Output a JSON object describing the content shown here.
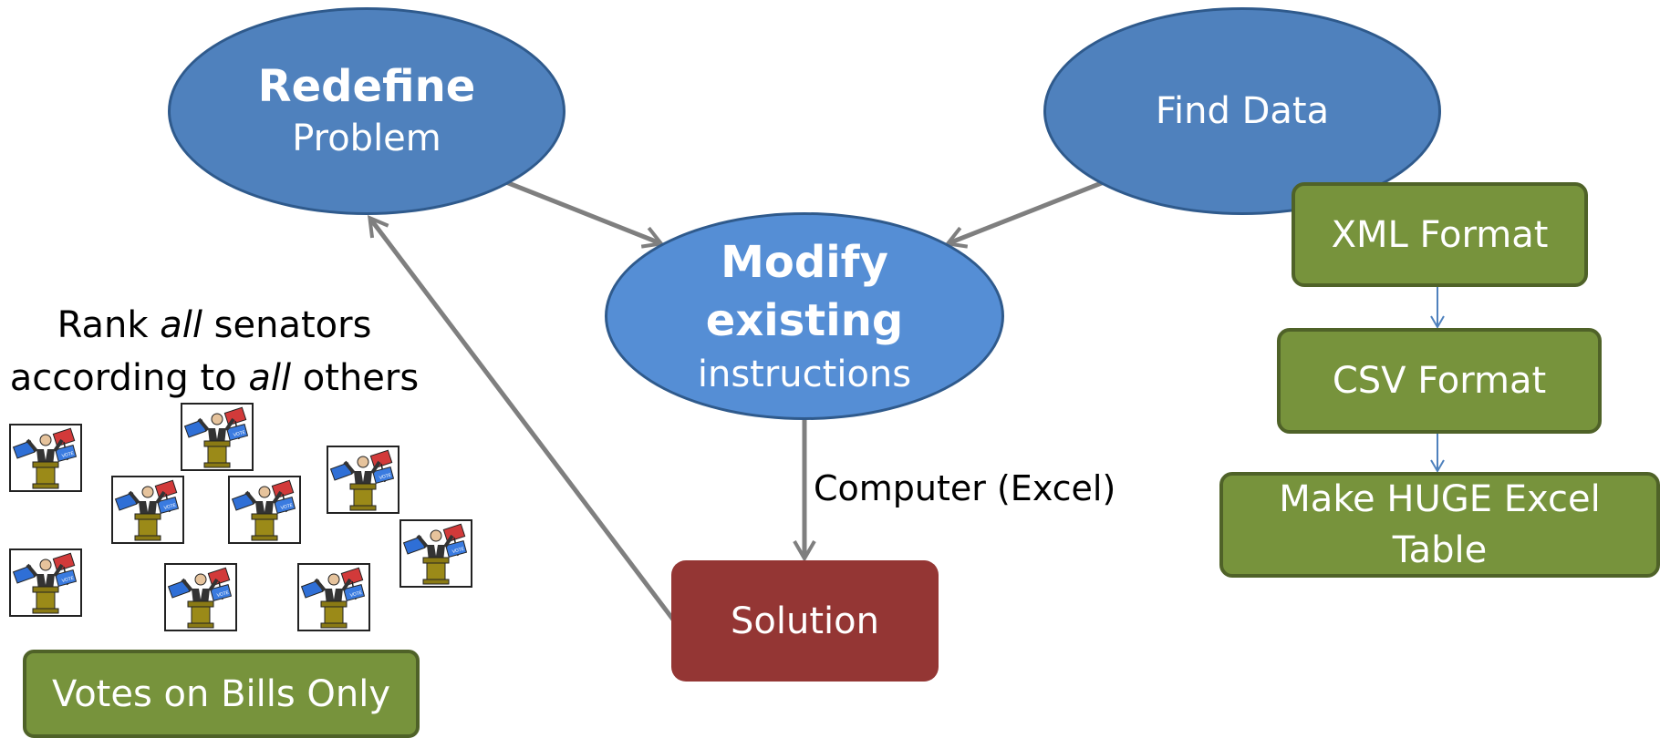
{
  "colors": {
    "ellipse_blue": "#4f81bd",
    "ellipse_light_blue": "#558ed5",
    "ellipse_border": "#2f5a8c",
    "green_box": "#77933c",
    "green_border": "#4f6228",
    "solution_red": "#943634",
    "arrow_gray": "#7f7f7f",
    "flow_arrow_blue": "#4f81bd"
  },
  "nodes": {
    "redefine": {
      "bold": "Redefine",
      "normal": "Problem"
    },
    "find_data": {
      "label": "Find Data"
    },
    "modify": {
      "bold_line1": "Modify",
      "bold_line2": "existing",
      "normal": "instructions"
    },
    "solution": {
      "label": "Solution"
    }
  },
  "edge_labels": {
    "computer": "Computer (Excel)"
  },
  "data_pipeline": {
    "xml": "XML Format",
    "csv": "CSV Format",
    "excel_line1": "Make HUGE Excel",
    "excel_line2": "Table"
  },
  "rank_text": {
    "line1_pre": "Rank ",
    "line1_em": "all",
    "line1_post": " senators",
    "line2_pre": "according to ",
    "line2_em": "all",
    "line2_post": " others"
  },
  "votes_box": {
    "label": "Votes on Bills Only"
  },
  "senator_icons": {
    "count": 9,
    "icon": "senator-podium-icon",
    "sign_text": "VOTE"
  }
}
